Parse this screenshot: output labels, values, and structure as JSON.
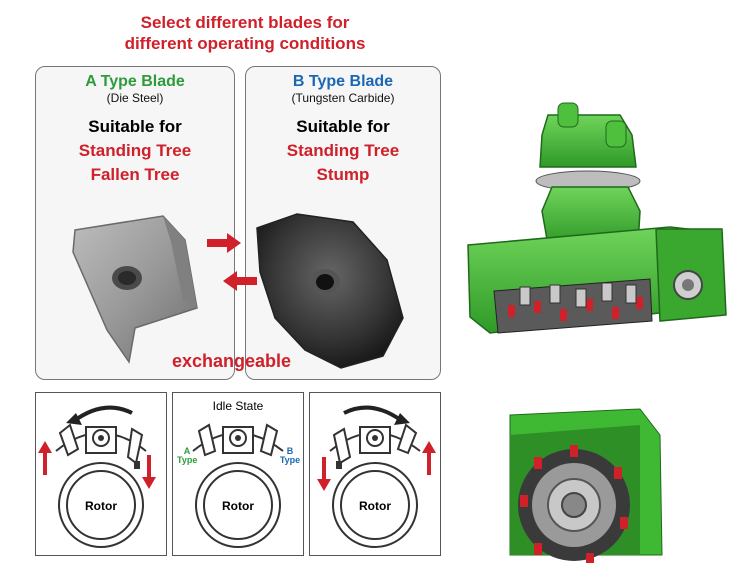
{
  "headline": {
    "line1": "Select different blades for",
    "line2": "different operating conditions"
  },
  "blade_a": {
    "title": "A Type Blade",
    "material": "(Die Steel)",
    "suitable": "Suitable for",
    "use1": "Standing Tree",
    "use2": "Fallen Tree"
  },
  "blade_b": {
    "title": "B Type Blade",
    "material": "(Tungsten Carbide)",
    "suitable": "Suitable for",
    "use1": "Standing Tree",
    "use2": "Stump"
  },
  "exchange_label": "exchangeable",
  "rotor_diagrams": {
    "idle_title": "Idle State",
    "rotor_label": "Rotor",
    "a_line1": "A",
    "a_line2": "Type",
    "b_line1": "B",
    "b_line2": "Type"
  },
  "colors": {
    "red": "#d0202a",
    "green_text": "#2e9b3a",
    "blue_text": "#1a67b3",
    "machine_green": "#3fb834"
  }
}
